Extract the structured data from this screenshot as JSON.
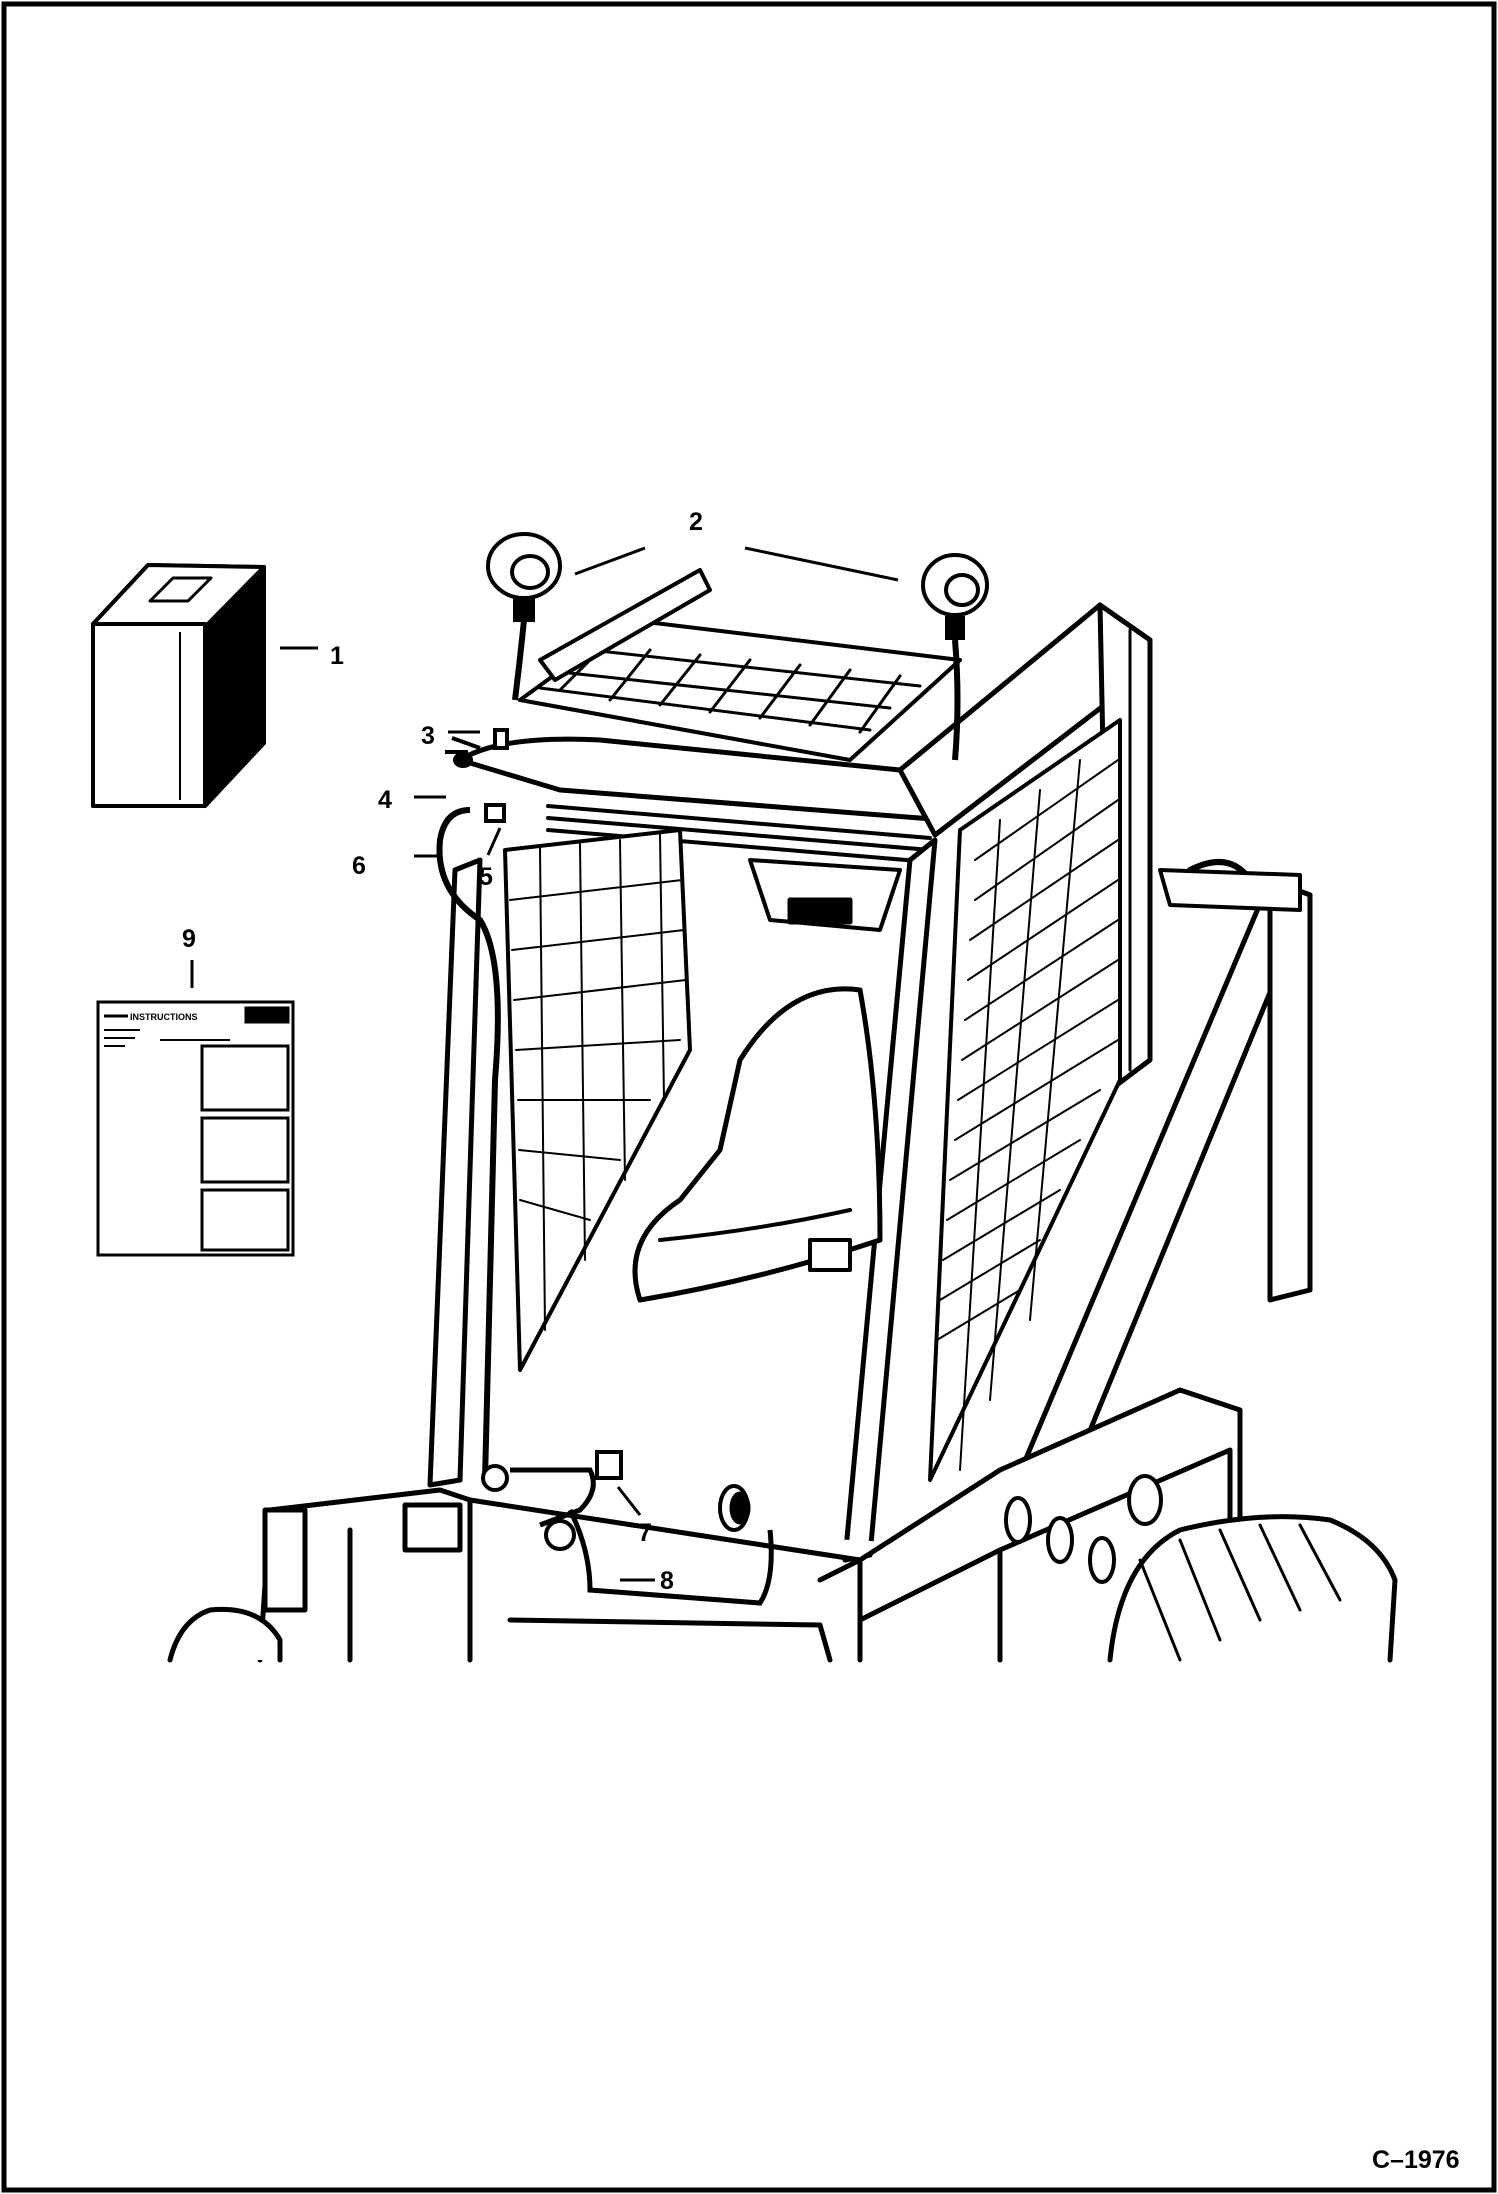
{
  "figure_id": "C–1976",
  "callouts": [
    "1",
    "2",
    "3",
    "4",
    "5",
    "6",
    "7",
    "8",
    "9"
  ],
  "decal": {
    "title": "INSTRUCTIONS"
  }
}
